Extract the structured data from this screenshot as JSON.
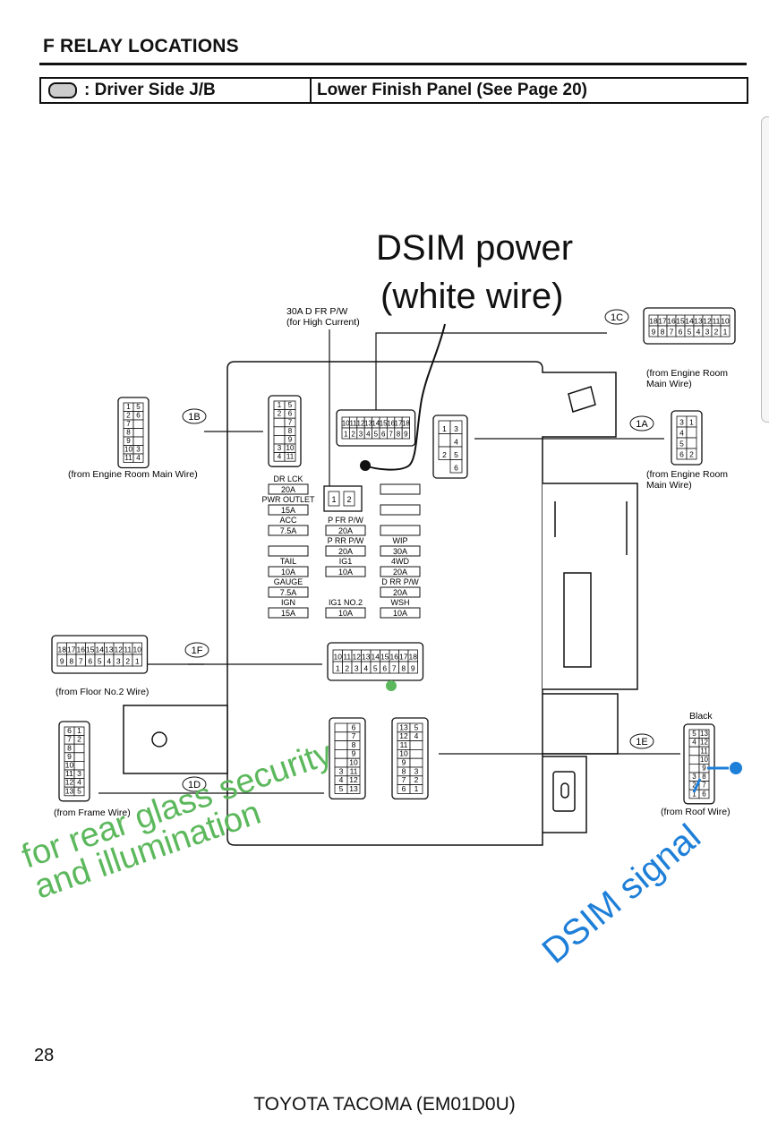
{
  "header": {
    "section_title": "F  RELAY LOCATIONS",
    "location_label": ": Driver Side J/B",
    "location_detail": "Lower Finish Panel (See Page 20)"
  },
  "callouts": {
    "high_current": [
      "30A D FR P/W",
      "(for High Current)"
    ]
  },
  "connectors": {
    "c1C": {
      "tag": "1C",
      "src": [
        "(from Engine Room",
        "Main Wire)"
      ],
      "top": [
        "18",
        "17",
        "16",
        "15",
        "14",
        "13",
        "12",
        "11",
        "10"
      ],
      "bottom": [
        "9",
        "8",
        "7",
        "6",
        "5",
        "4",
        "3",
        "2",
        "1"
      ]
    },
    "c1B": {
      "tag": "1B",
      "src": [
        "(from Engine Room Main Wire)"
      ],
      "pins": [
        "1",
        "5",
        "6",
        "2",
        "7",
        "8",
        "9",
        "10",
        "3",
        "11",
        "4"
      ]
    },
    "c1A": {
      "tag": "1A",
      "src": [
        "(from Engine Room",
        "Main Wire)"
      ],
      "pins": [
        "3",
        "1",
        "4",
        "5",
        "6",
        "2"
      ]
    },
    "c1F": {
      "tag": "1F",
      "src": [
        "(from Floor No.2 Wire)"
      ],
      "top": [
        "18",
        "17",
        "16",
        "15",
        "14",
        "13",
        "12",
        "11",
        "10"
      ],
      "bottom": [
        "9",
        "8",
        "7",
        "6",
        "5",
        "4",
        "3",
        "2",
        "1"
      ]
    },
    "c1D": {
      "tag": "1D",
      "src": [
        "(from Frame Wire)"
      ],
      "left": [
        "6",
        "7",
        "8",
        "9",
        "10",
        "11",
        "12",
        "13"
      ],
      "right": [
        "1",
        "2",
        "",
        "",
        "",
        "3",
        "4",
        "5"
      ]
    },
    "c1E": {
      "tag": "1E",
      "src": [
        "(from Roof Wire)"
      ],
      "color_label": "Black",
      "left": [
        "5",
        "4",
        "",
        "",
        "",
        "3",
        "2",
        "1"
      ],
      "right": [
        "13",
        "12",
        "11",
        "10",
        "9",
        "8",
        "7",
        "6"
      ]
    },
    "jb_top": {
      "top": [
        "10",
        "11",
        "12",
        "13",
        "14",
        "15",
        "16",
        "17",
        "18"
      ],
      "bottom": [
        "1",
        "2",
        "3",
        "4",
        "5",
        "6",
        "7",
        "8",
        "9"
      ]
    },
    "jb_right": {
      "left": [
        "1",
        "",
        "2"
      ],
      "right": [
        "3",
        "4",
        "5",
        "6"
      ]
    },
    "jb_left": {
      "left": [
        "1",
        "2",
        "",
        "",
        "",
        "3",
        "4"
      ],
      "right": [
        "5",
        "6",
        "7",
        "8",
        "9",
        "10",
        "11"
      ]
    },
    "jb_mid": {
      "top": [
        "10",
        "11",
        "12",
        "13",
        "14",
        "15",
        "16",
        "17",
        "18"
      ],
      "bottom": [
        "1",
        "2",
        "3",
        "4",
        "5",
        "6",
        "7",
        "8",
        "9"
      ]
    },
    "jb_bl": {
      "left": [
        "",
        "",
        "",
        "",
        "",
        "3",
        "4",
        "5"
      ],
      "right": [
        "6",
        "7",
        "8",
        "9",
        "10",
        "11",
        "12",
        "13"
      ]
    },
    "jb_br": {
      "left": [
        "13",
        "12",
        "11",
        "10",
        "9",
        "8",
        "7",
        "6"
      ],
      "right": [
        "5",
        "4",
        "",
        "",
        "",
        "3",
        "2",
        "1"
      ]
    },
    "relay_pins": [
      "1",
      "2"
    ]
  },
  "fuses": [
    {
      "name": "DR LCK",
      "amp": "20A"
    },
    {
      "name": "PWR OUTLET",
      "amp": "15A"
    },
    {
      "name": "ACC",
      "amp": "7.5A"
    },
    {
      "name": "P FR P/W",
      "amp": "20A"
    },
    {
      "name": "P RR P/W",
      "amp": "20A"
    },
    {
      "name": "WIP",
      "amp": "30A"
    },
    {
      "name": "TAIL",
      "amp": "10A"
    },
    {
      "name": "IG1",
      "amp": "10A"
    },
    {
      "name": "4WD",
      "amp": "20A"
    },
    {
      "name": "GAUGE",
      "amp": "7.5A"
    },
    {
      "name": "D RR P/W",
      "amp": "20A"
    },
    {
      "name": "IGN",
      "amp": "15A"
    },
    {
      "name": "IG1 NO.2",
      "amp": "10A"
    },
    {
      "name": "WSH",
      "amp": "10A"
    }
  ],
  "annotations": {
    "dsim_power": [
      "DSIM power",
      "(white wire)"
    ],
    "rear_glass": [
      "for rear glass security",
      "and illumination"
    ],
    "dsim_signal": "DSIM signal",
    "colors": {
      "black": "#111111",
      "green": "#5cb85c",
      "blue": "#1e7fd8"
    }
  },
  "page_number": "28",
  "footer": "TOYOTA TACOMA (EM01D0U)"
}
